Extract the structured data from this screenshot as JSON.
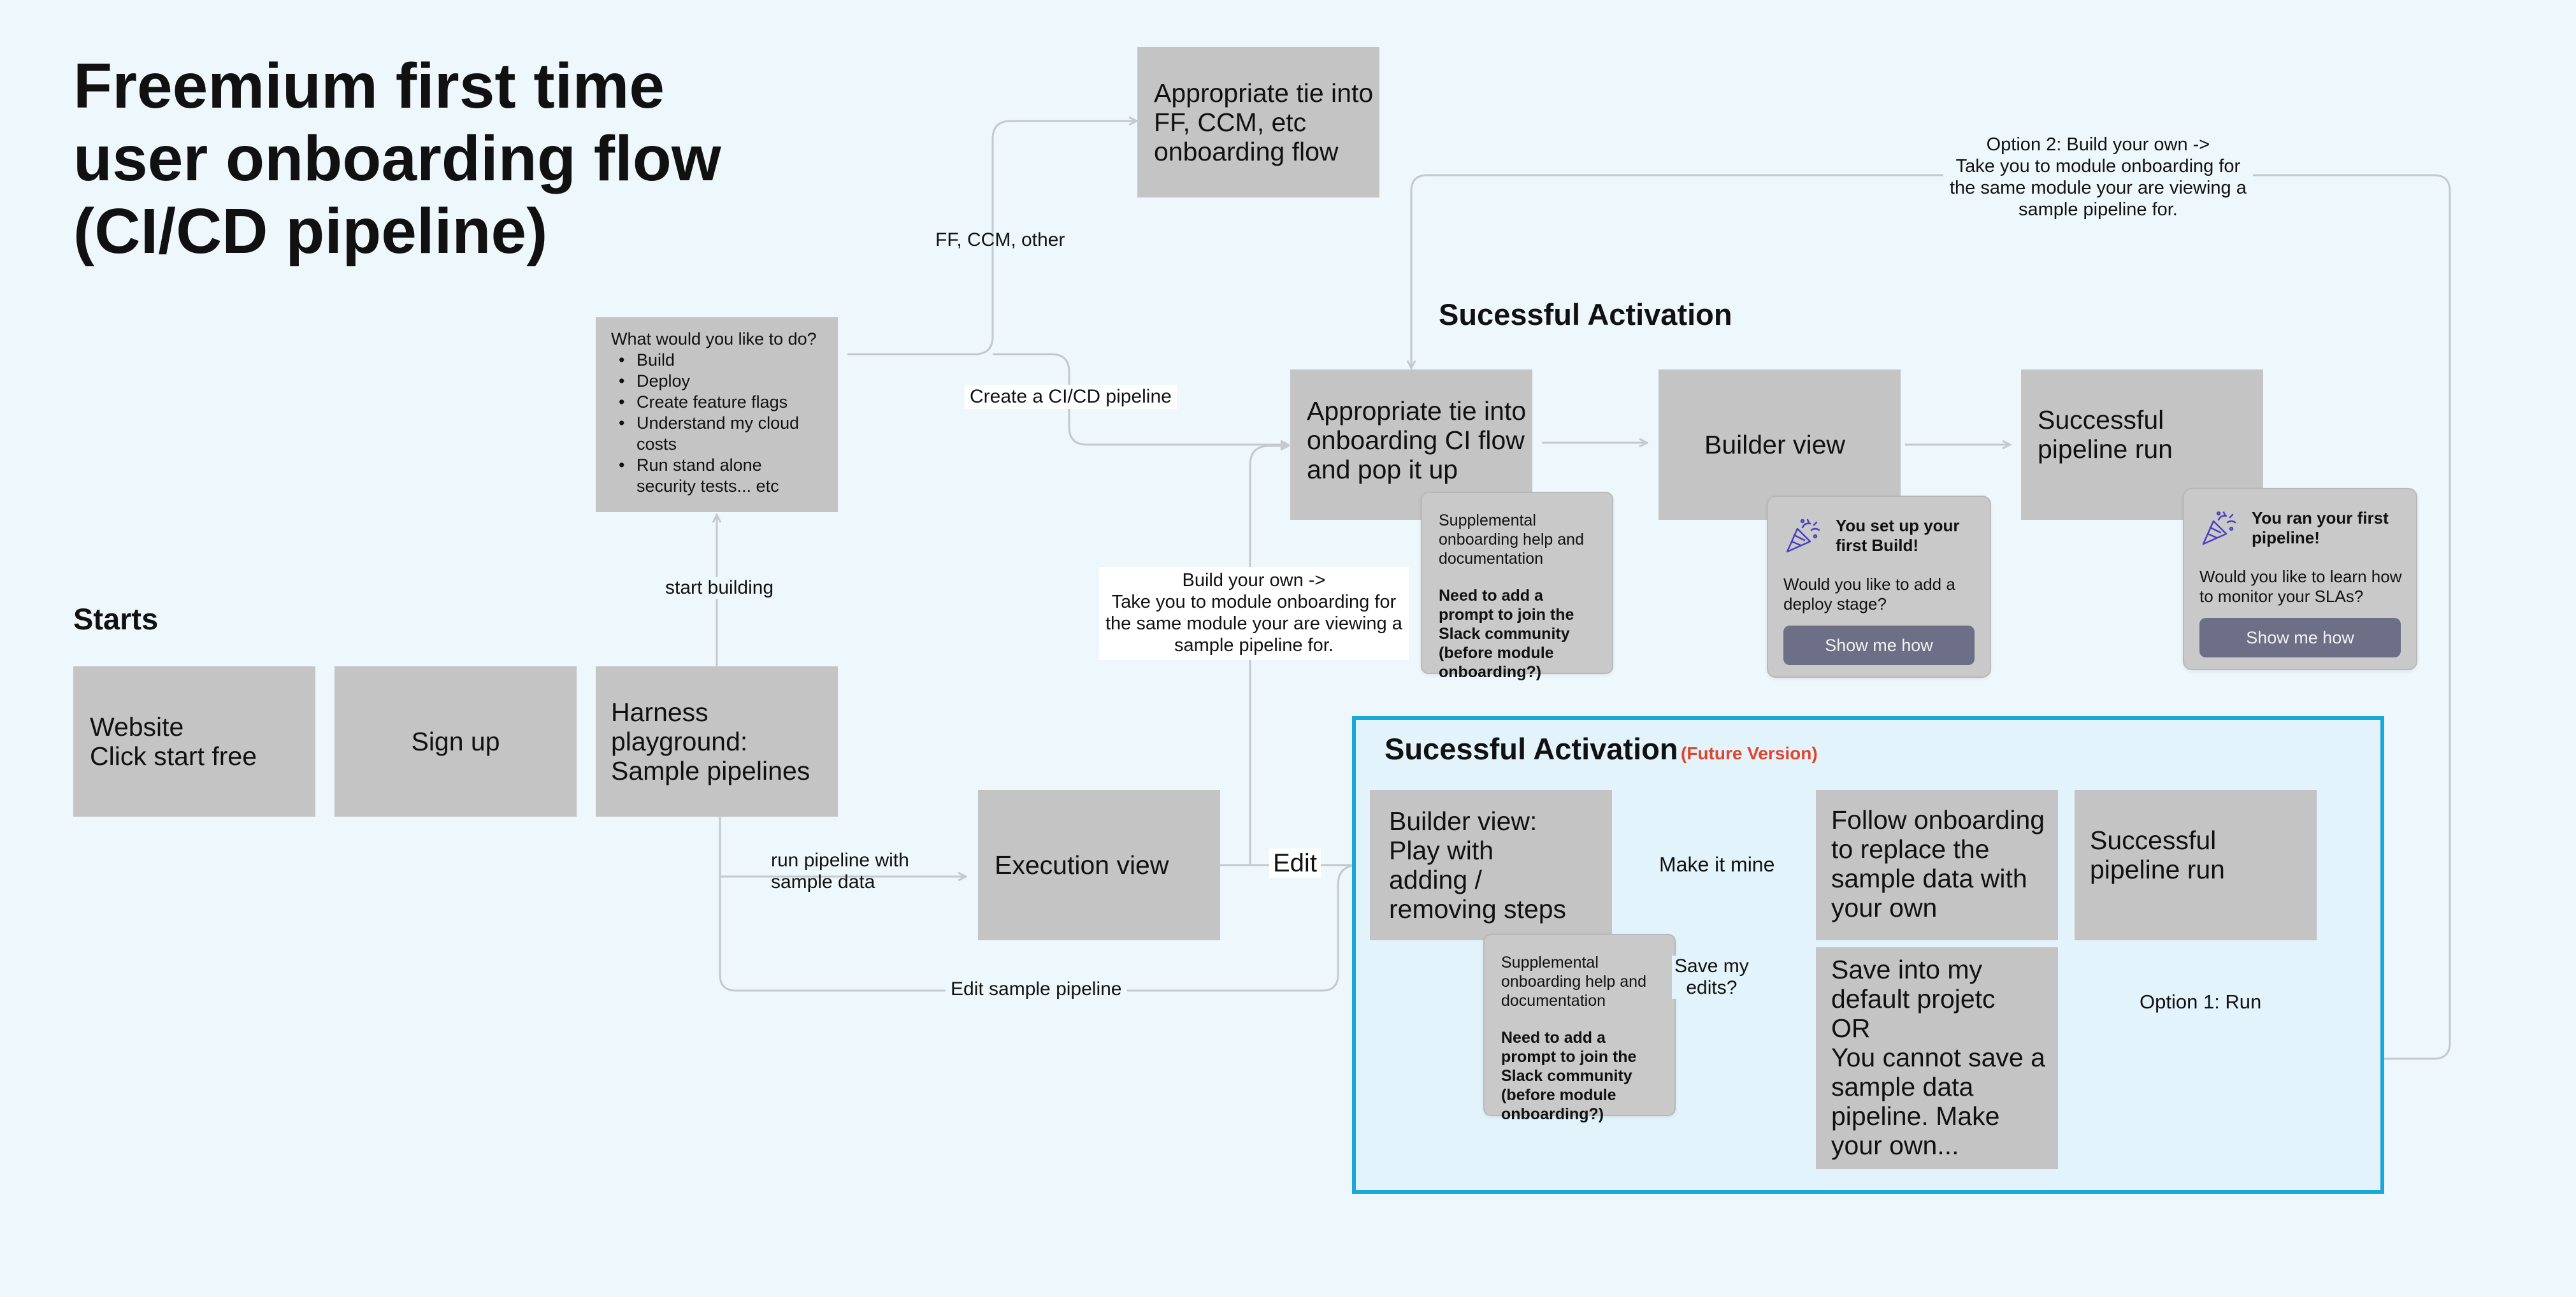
{
  "title": {
    "line1": "Freemium first time",
    "line2": "user onboarding flow",
    "line3": "(CI/CD pipeline)"
  },
  "starts_heading": "Starts",
  "boxes": {
    "website": {
      "line1": "Website",
      "line2": "Click start free"
    },
    "signup": "Sign up",
    "playground": {
      "line1": "Harness",
      "line2": "playground:",
      "line3": "Sample pipelines"
    },
    "ff_ccm": {
      "line1": "Appropriate tie into",
      "line2": "FF, CCM, etc",
      "line3": "onboarding flow"
    },
    "ci_flow": {
      "line1": "Appropriate tie into",
      "line2": "onboarding CI flow",
      "line3": "and pop it up"
    },
    "builder_view": "Builder view",
    "pipeline_run": {
      "line1": "Successful",
      "line2": "pipeline run"
    },
    "execution_view": "Execution view",
    "builder_play": {
      "line1": "Builder view:",
      "line2": "Play with",
      "line3": "adding /",
      "line4": "removing steps"
    },
    "follow_onboarding": {
      "line1": "Follow onboarding",
      "line2": "to replace the",
      "line3": "sample data with",
      "line4": "your own"
    },
    "pipeline_run_future": {
      "line1": "Successful",
      "line2": "pipeline run"
    },
    "save_into": {
      "line1": "Save into my",
      "line2": "default projetc",
      "line3": "OR",
      "line4": "You cannot save a",
      "line5": "sample data",
      "line6": "pipeline. Make",
      "line7": "your own..."
    }
  },
  "menu": {
    "question": "What would you like to do?",
    "items": [
      "Build",
      "Deploy",
      "Create feature flags",
      "Understand my cloud costs",
      "Run stand alone security tests... etc"
    ]
  },
  "headings": {
    "activation": "Sucessful Activation",
    "activation_future": "Sucessful Activation",
    "future_tag": "(Future Version)"
  },
  "supplemental": {
    "text": "Supplemental onboarding help and documentation",
    "prompt": "Need to add a prompt to join the Slack community (before module onboarding?)"
  },
  "toasts": {
    "build": {
      "title": "You set up your first Build!",
      "body": "Would you like to add a deploy stage?",
      "button": "Show me how"
    },
    "pipeline": {
      "title": "You ran your first pipeline!",
      "body": "Would you like to learn how to monitor your SLAs?",
      "button": "Show me how"
    }
  },
  "edge_labels": {
    "ff_ccm_other": "FF, CCM, other",
    "create_cicd": "Create a CI/CD pipeline",
    "start_building": "start building",
    "run_pipeline": {
      "line1": "run pipeline with",
      "line2": "sample data"
    },
    "edit": "Edit",
    "edit_sample": "Edit sample pipeline",
    "make_it_mine": "Make it mine",
    "save_edits": {
      "line1": "Save my",
      "line2": "edits?"
    },
    "option1": "Option 1: Run",
    "option2": {
      "line1": "Option 2: Build your own ->",
      "line2": "Take you to module onboarding for",
      "line3": "the same module your are viewing a",
      "line4": "sample pipeline for."
    },
    "build_own": {
      "line1": "Build your own ->",
      "line2": "Take you to module onboarding for",
      "line3": "the same module your are viewing a",
      "line4": "sample pipeline for."
    }
  },
  "colors": {
    "background": "#eef8fc",
    "box": "#c4c4c4",
    "connector": "#c3c9cd",
    "future_frame": "#1aa7d9",
    "future_tag": "#e0452c",
    "button": "#6c6f85"
  },
  "icons": {
    "celebration": "party-popper-icon"
  }
}
